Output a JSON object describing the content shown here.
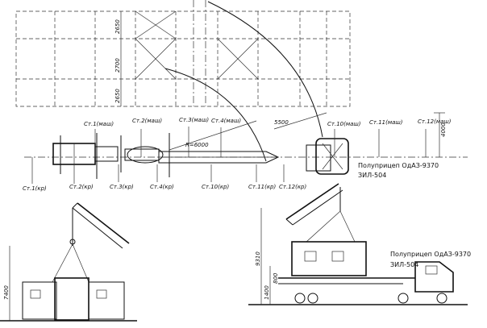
{
  "positions": {
    "st1_mash": "Ст.1(маш)",
    "st2_mash": "Ст.2(маш)",
    "st3_mash": "Ст.3(маш)",
    "st4_mash": "Ст.4(маш)",
    "st10_mash": "Ст.10(маш)",
    "st11_mash": "Ст.11(маш)",
    "st12_mash": "Ст.12(маш)",
    "st1_kr": "Ст.1(кр)",
    "st2_kr": "Ст.2(кр)",
    "st3_kr": "Ст.3(кр)",
    "st4_kr": "Ст.4(кр)",
    "st10_kr": "Ст.10(кр)",
    "st11_kr": "Ст.11(кр)",
    "st12_kr": "Ст.12(кр)"
  },
  "dimensions": {
    "d2650_top": "2650",
    "d2700": "2700",
    "d2650_low": "2650",
    "d5500": "5500",
    "r6000": "R=6000",
    "d4000": "4000",
    "d7400": "7400",
    "d9310": "9310",
    "d1400": "1400",
    "d800": "800"
  },
  "captions": {
    "trailer_plan_line1": "Полуприцеп ОдАЗ-9370",
    "trailer_plan_line2": "ЗИЛ-504",
    "trailer_side_line1": "Полуприцеп ОдАЗ-9370",
    "trailer_side_line2": "ЗИЛ-504"
  }
}
